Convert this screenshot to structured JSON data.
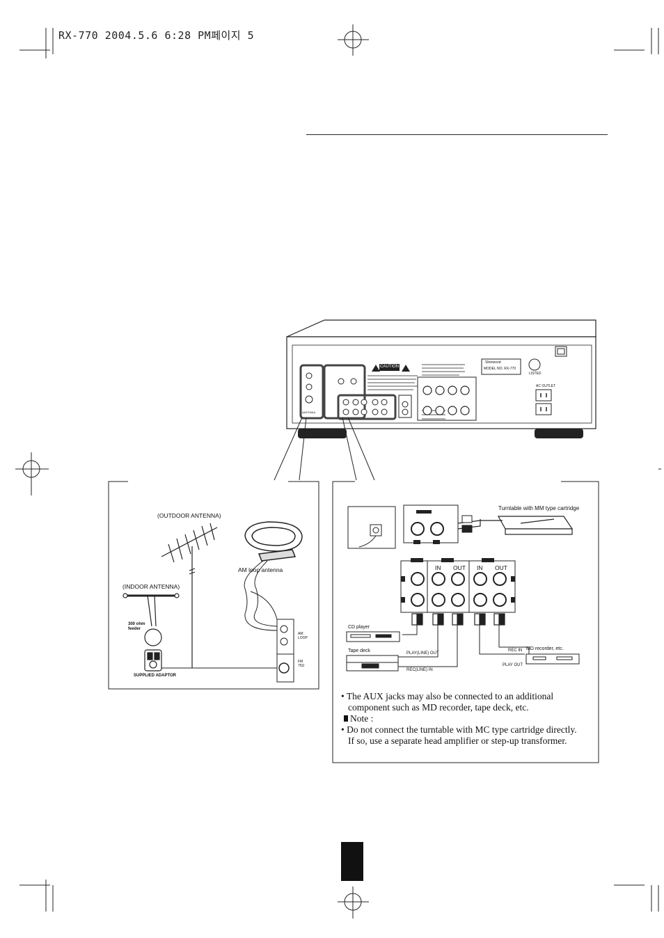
{
  "print_header": {
    "text": "RX-770  2004.5.6  6:28 PM페이지 5"
  },
  "receiver_rear": {
    "caution_label": "CAUTION",
    "model_plate": "MODEL NO. RX-770",
    "brand_plate": "Sherwood",
    "ul_listed": "LISTED",
    "ac_outlet": "AC OUTLET",
    "antenna_label": "ANTENNA"
  },
  "antenna_panel": {
    "outdoor_antenna": "(OUTDOOR ANTENNA)",
    "indoor_antenna": "(INDOOR ANTENNA)",
    "am_loop_antenna": "AM loop antenna",
    "feeder": "300 ohm\nfeeder",
    "supplied_adaptor": "SUPPLIED ADAPTOR",
    "am_loop_terminal": "AM\nLOOP",
    "fm_terminal": "FM\n75Ω"
  },
  "audio_panel": {
    "turntable_label": "Turntable with MM type cartridge",
    "in_label_1": "IN",
    "out_label_1": "OUT",
    "in_label_2": "IN",
    "out_label_2": "OUT",
    "cd_player": "CD player",
    "tape_deck": "Tape deck",
    "md_recorder": "MD recorder, etc.",
    "play_line_out": "PLAY(LINE) OUT",
    "rec_line_in": "REC(LINE) IN",
    "rec_in": "REC IN",
    "play_out": "PLAY OUT"
  },
  "notes": {
    "aux_line_1": "• The AUX jacks may also be connected to an additional",
    "aux_line_2": "component such as MD recorder, tape deck, etc.",
    "note_heading": "Note :",
    "mc_line_1": "• Do not connect the turntable with MC type cartridge directly.",
    "mc_line_2": "If so, use a separate head amplifier or step-up transformer."
  }
}
